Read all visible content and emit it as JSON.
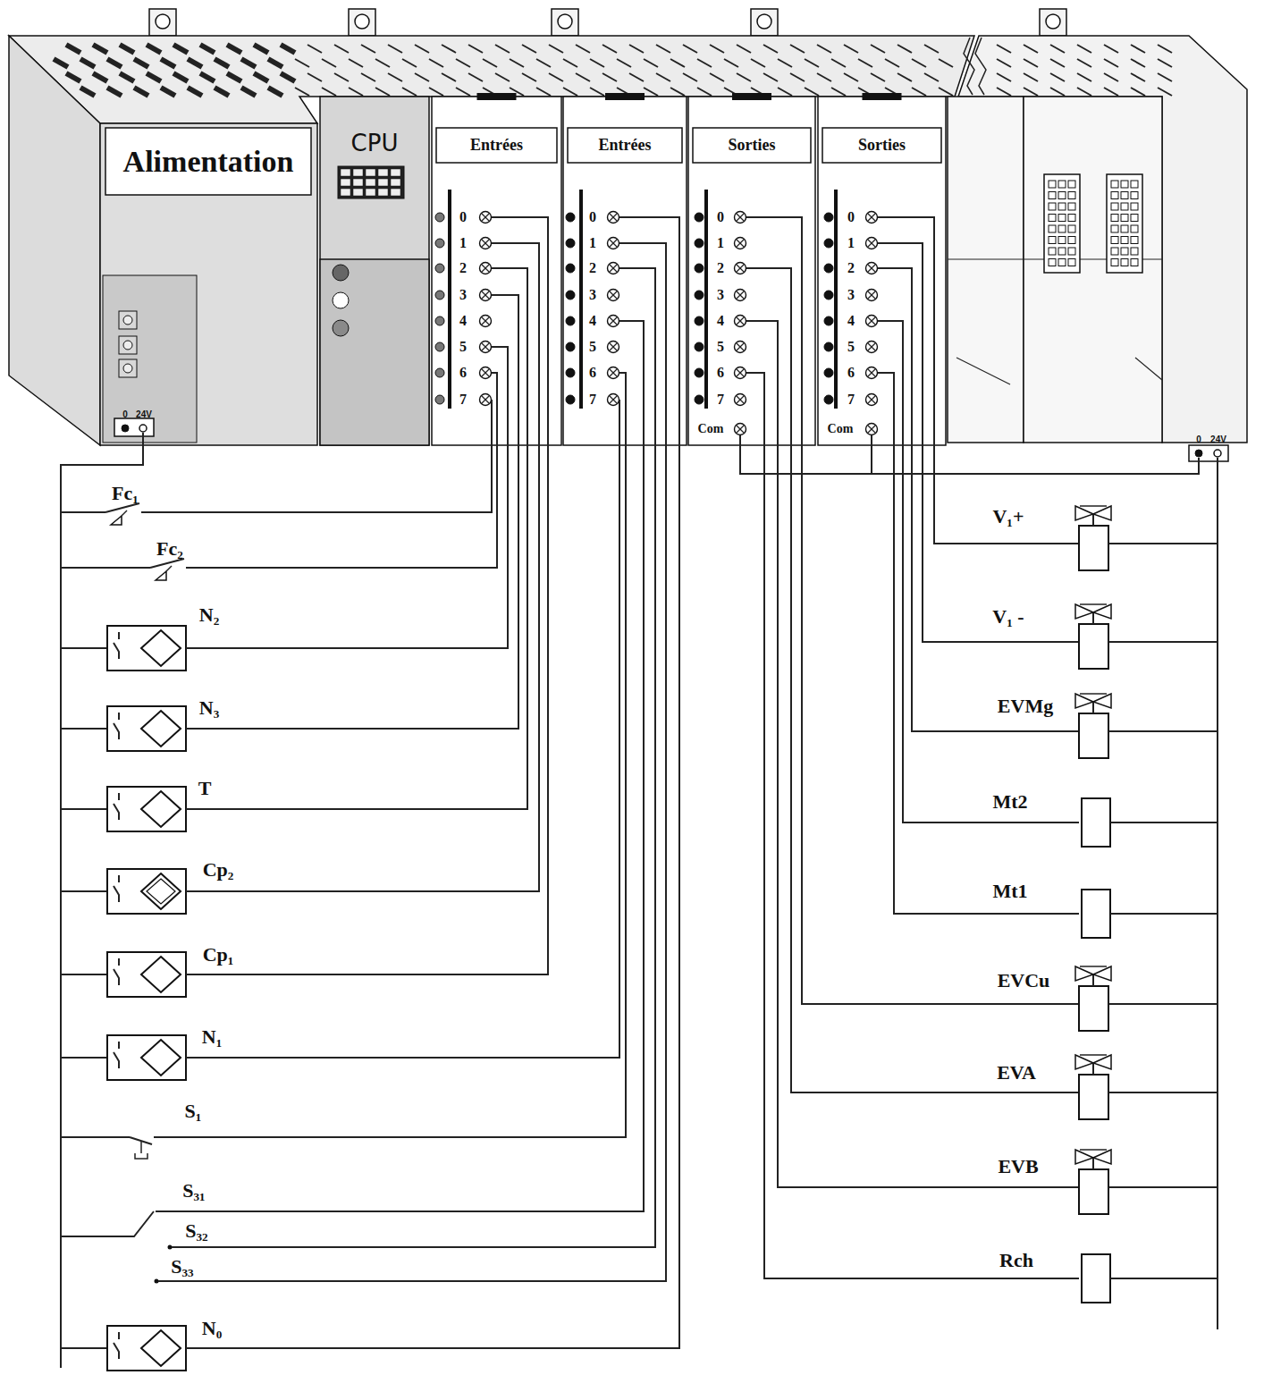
{
  "diagram": {
    "nodes": [
      {
        "text": [
          "Alimentation"
        ]
      },
      {
        "text": [
          "CPU"
        ]
      },
      {
        "text": [
          "Entrées"
        ]
      },
      {
        "text": [
          "Entrées"
        ]
      },
      {
        "text": [
          "Sorties"
        ]
      },
      {
        "text": [
          "Sorties"
        ]
      }
    ],
    "labels": [
      "0",
      "24V",
      "0",
      "1",
      "2",
      "3",
      "4",
      "5",
      "6",
      "7",
      "0",
      "1",
      "2",
      "3",
      "4",
      "5",
      "6",
      "7",
      "0",
      "1",
      "2",
      "3",
      "4",
      "5",
      "6",
      "7",
      "Com",
      "0",
      "1",
      "2",
      "3",
      "4",
      "5",
      "6",
      "7",
      "Com",
      "0",
      "24V",
      "Fc₁",
      "Fc₂",
      "N₂",
      "N₃",
      "T",
      "Cp₂",
      "Cp₁",
      "N₁",
      "S₁",
      "S₃₁",
      "S₃₂",
      "S₃₃",
      "N₀",
      "V₁+",
      "V₁ -",
      "EVMg",
      "Mt2",
      "Mt1",
      "EVCu",
      "EVA",
      "EVB",
      "Rch"
    ]
  }
}
